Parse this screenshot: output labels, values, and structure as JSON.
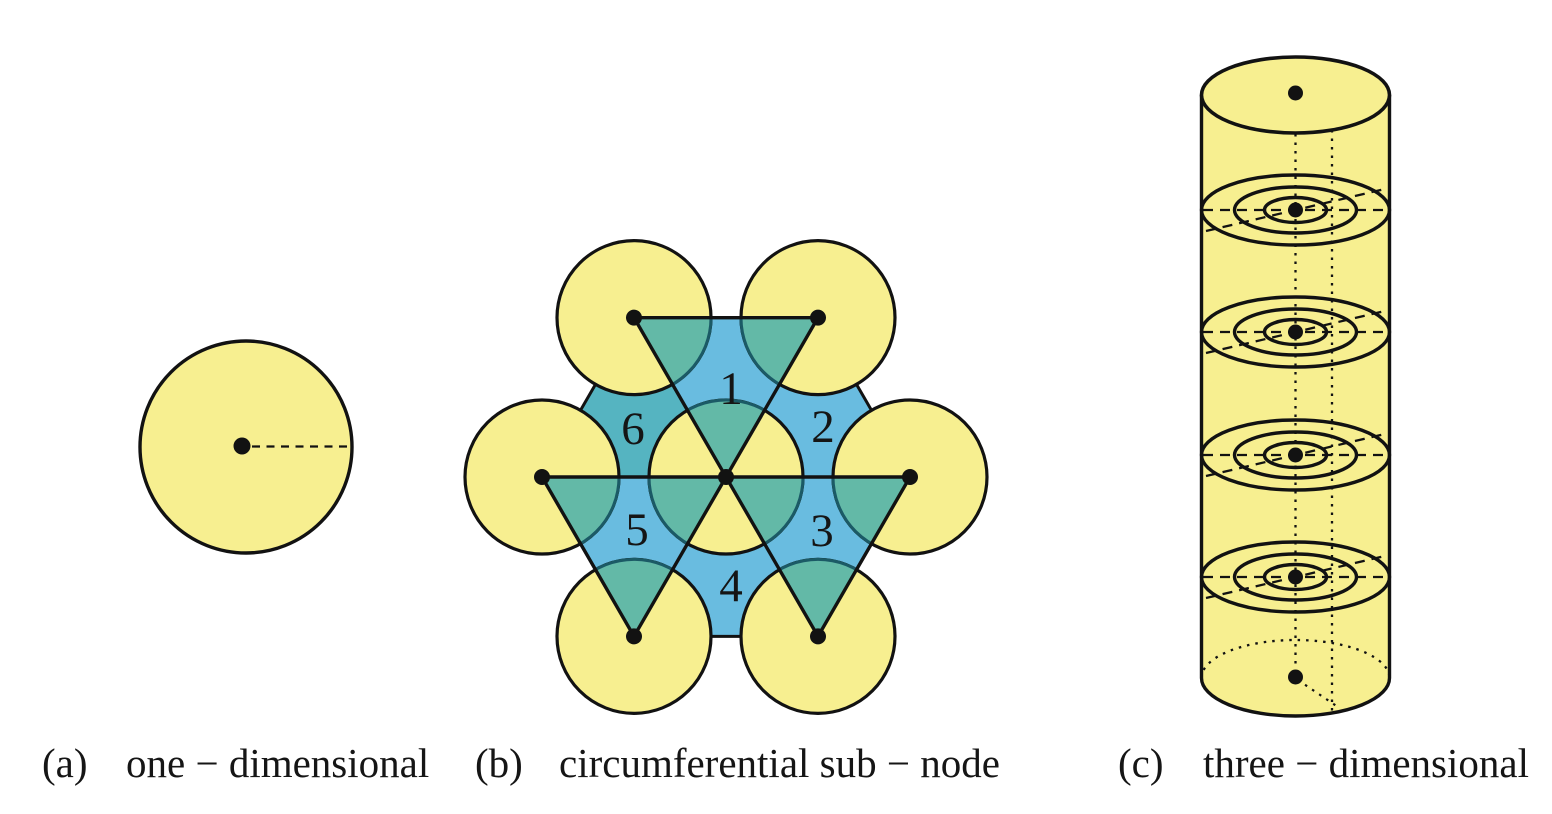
{
  "figure": {
    "background": "#FFFFFF",
    "panels": [
      {
        "id": "a",
        "caption_label": "(a)",
        "caption_text": "one − dimensional",
        "description_elements": [
          "yellow-node-circle",
          "center-dot",
          "dashed-radius"
        ]
      },
      {
        "id": "b",
        "caption_label": "(b)",
        "caption_text": "circumferential sub − node",
        "region_labels": [
          "1",
          "2",
          "3",
          "4",
          "5",
          "6"
        ],
        "node_count": 7
      },
      {
        "id": "c",
        "caption_label": "(c)",
        "caption_text": "three − dimensional",
        "ring_group_count": 4
      }
    ]
  },
  "colors": {
    "background": "#FFFFFF",
    "node_yellow": "#F7EF90",
    "hexagon_blue": "#69BCE0",
    "subnode_teal": "#55B4C1",
    "overlap_green": "#63B9A7",
    "overlap_arc": "#1B5A66",
    "stroke_black": "#121212",
    "text": "#151515"
  }
}
